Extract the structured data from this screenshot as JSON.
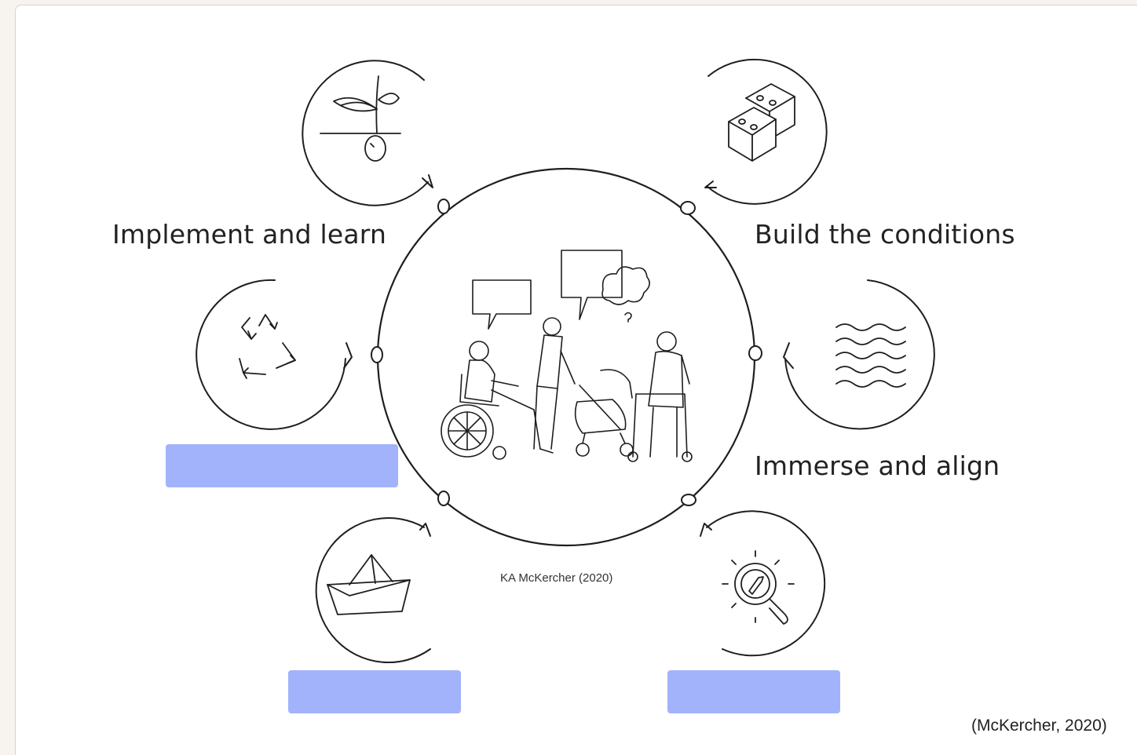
{
  "diagram": {
    "labels": {
      "implement": "Implement and learn",
      "build": "Build the conditions",
      "immerse": "Immerse and align"
    },
    "center_credit": "KA McKercher (2020)",
    "icons": {
      "top_left": "sprouting-seed-icon",
      "mid_left": "recycle-arrows-icon",
      "bottom_left": "paper-boat-icon",
      "top_right": "lego-bricks-icon",
      "mid_right": "waves-icon",
      "bottom_right": "compass-magnifier-icon",
      "center": "people-conversation-illustration"
    },
    "blanks_color": "#a2b3fb"
  },
  "citation": "(McKercher, 2020)"
}
